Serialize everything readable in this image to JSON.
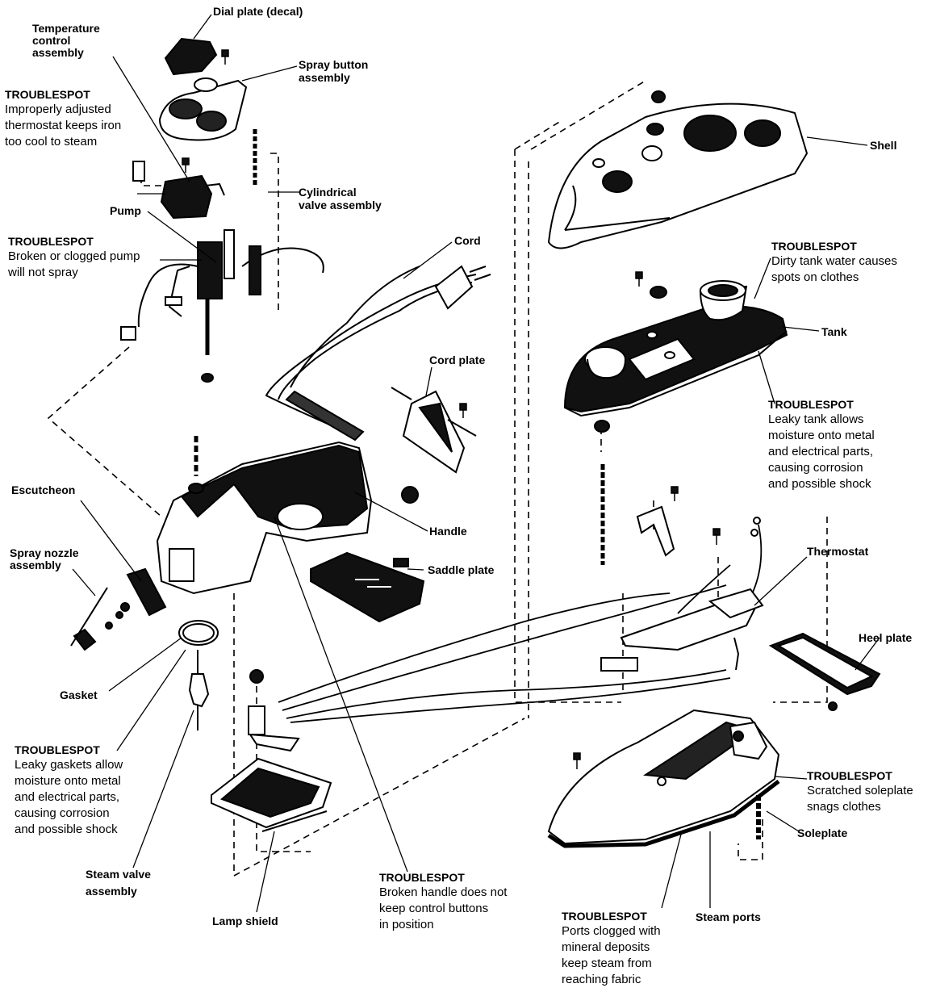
{
  "labels": {
    "dial_plate": "Dial plate (decal)",
    "temperature_control": "Temperature\ncontrol\nassembly",
    "spray_button": "Spray button\nassembly",
    "cylindrical_valve": "Cylindrical\nvalve assembly",
    "pump": "Pump",
    "cord": "Cord",
    "cord_plate": "Cord plate",
    "shell": "Shell",
    "tank": "Tank",
    "escutcheon": "Escutcheon",
    "spray_nozzle": "Spray nozzle\nassembly",
    "handle": "Handle",
    "saddle_plate": "Saddle plate",
    "thermostat": "Thermostat",
    "heel_plate": "Heel plate",
    "gasket": "Gasket",
    "soleplate": "Soleplate",
    "steam_valve": "Steam valve\nassembly",
    "lamp_shield": "Lamp shield",
    "steam_ports": "Steam ports"
  },
  "troublespots": {
    "heading": "TROUBLESPOT",
    "thermostat_adjust": "Improperly adjusted\nthermostat keeps iron\ntoo cool to steam",
    "pump": "Broken or clogged pump\nwill not spray",
    "tank_dirty": "Dirty tank water causes\nspots on clothes",
    "tank_leaky": "Leaky tank allows\nmoisture onto metal\nand electrical parts,\ncausing corrosion\nand possible shock",
    "gaskets": "Leaky gaskets allow\nmoisture onto metal\nand electrical parts,\ncausing corrosion\nand possible shock",
    "handle": "Broken handle does not\nkeep control buttons\nin position",
    "soleplate": "Scratched soleplate\nsnags clothes",
    "ports": "Ports clogged with\nmineral deposits\nkeep steam from\nreaching fabric"
  }
}
